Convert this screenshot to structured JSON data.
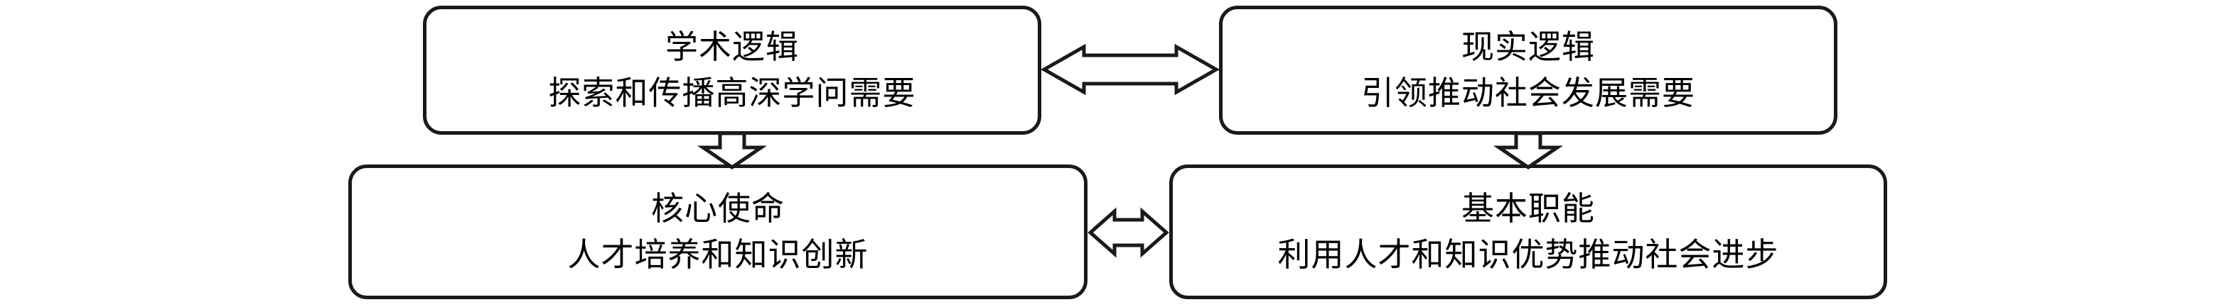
{
  "diagram": {
    "type": "flowchart",
    "background": "#ffffff",
    "stroke_color": "#1a1a1a",
    "nodes": [
      {
        "id": "academic-logic",
        "lines": [
          "学术逻辑",
          "探索和传播高深学问需要"
        ]
      },
      {
        "id": "reality-logic",
        "lines": [
          "现实逻辑",
          "引领推动社会发展需要"
        ]
      },
      {
        "id": "core-mission",
        "lines": [
          "核心使命",
          "人才培养和知识创新"
        ]
      },
      {
        "id": "basic-function",
        "lines": [
          "基本职能",
          "利用人才和知识优势推动社会进步"
        ]
      }
    ],
    "connectors": [
      {
        "id": "academic-to-reality",
        "kind": "double-arrow-horizontal",
        "from": "academic-logic",
        "to": "reality-logic"
      },
      {
        "id": "academic-to-core-mission",
        "kind": "single-arrow-down",
        "from": "academic-logic",
        "to": "core-mission"
      },
      {
        "id": "reality-to-basic-function",
        "kind": "single-arrow-down",
        "from": "reality-logic",
        "to": "basic-function"
      },
      {
        "id": "core-mission-to-basic-function",
        "kind": "double-arrow-horizontal",
        "from": "core-mission",
        "to": "basic-function"
      }
    ]
  }
}
